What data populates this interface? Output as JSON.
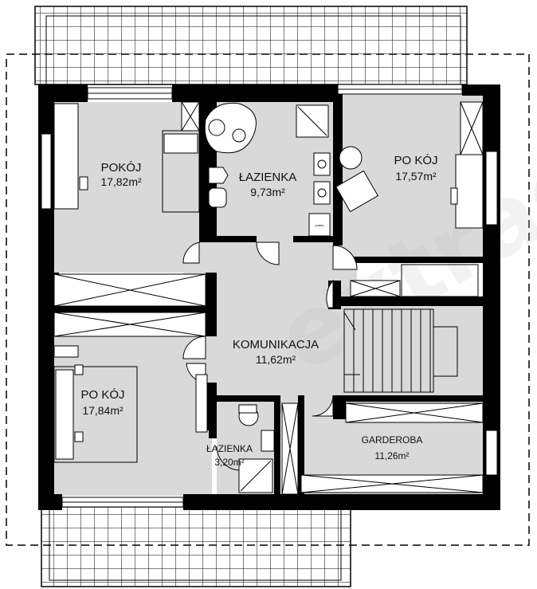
{
  "rooms": {
    "pokoj_nw": {
      "name": "POKÓJ",
      "area": "17,82m²"
    },
    "lazienka": {
      "name": "ŁAZIENKA",
      "area": "9,73m²"
    },
    "pokoj_ne": {
      "name": "PO KÓJ",
      "area": "17,57m²"
    },
    "komunikacja": {
      "name": "KOMUNIKACJA",
      "area": "11,62m²"
    },
    "pokoj_sw": {
      "name": "PO KÓJ",
      "area": "17,84m²"
    },
    "lazienka_s": {
      "name": "ŁAZIENKA",
      "area": "3,20m²"
    },
    "garderoba": {
      "name": "GARDEROBA",
      "area": "11,26m²"
    }
  },
  "fixtures": {
    "pralka": "pralka"
  },
  "watermark": "extradom"
}
